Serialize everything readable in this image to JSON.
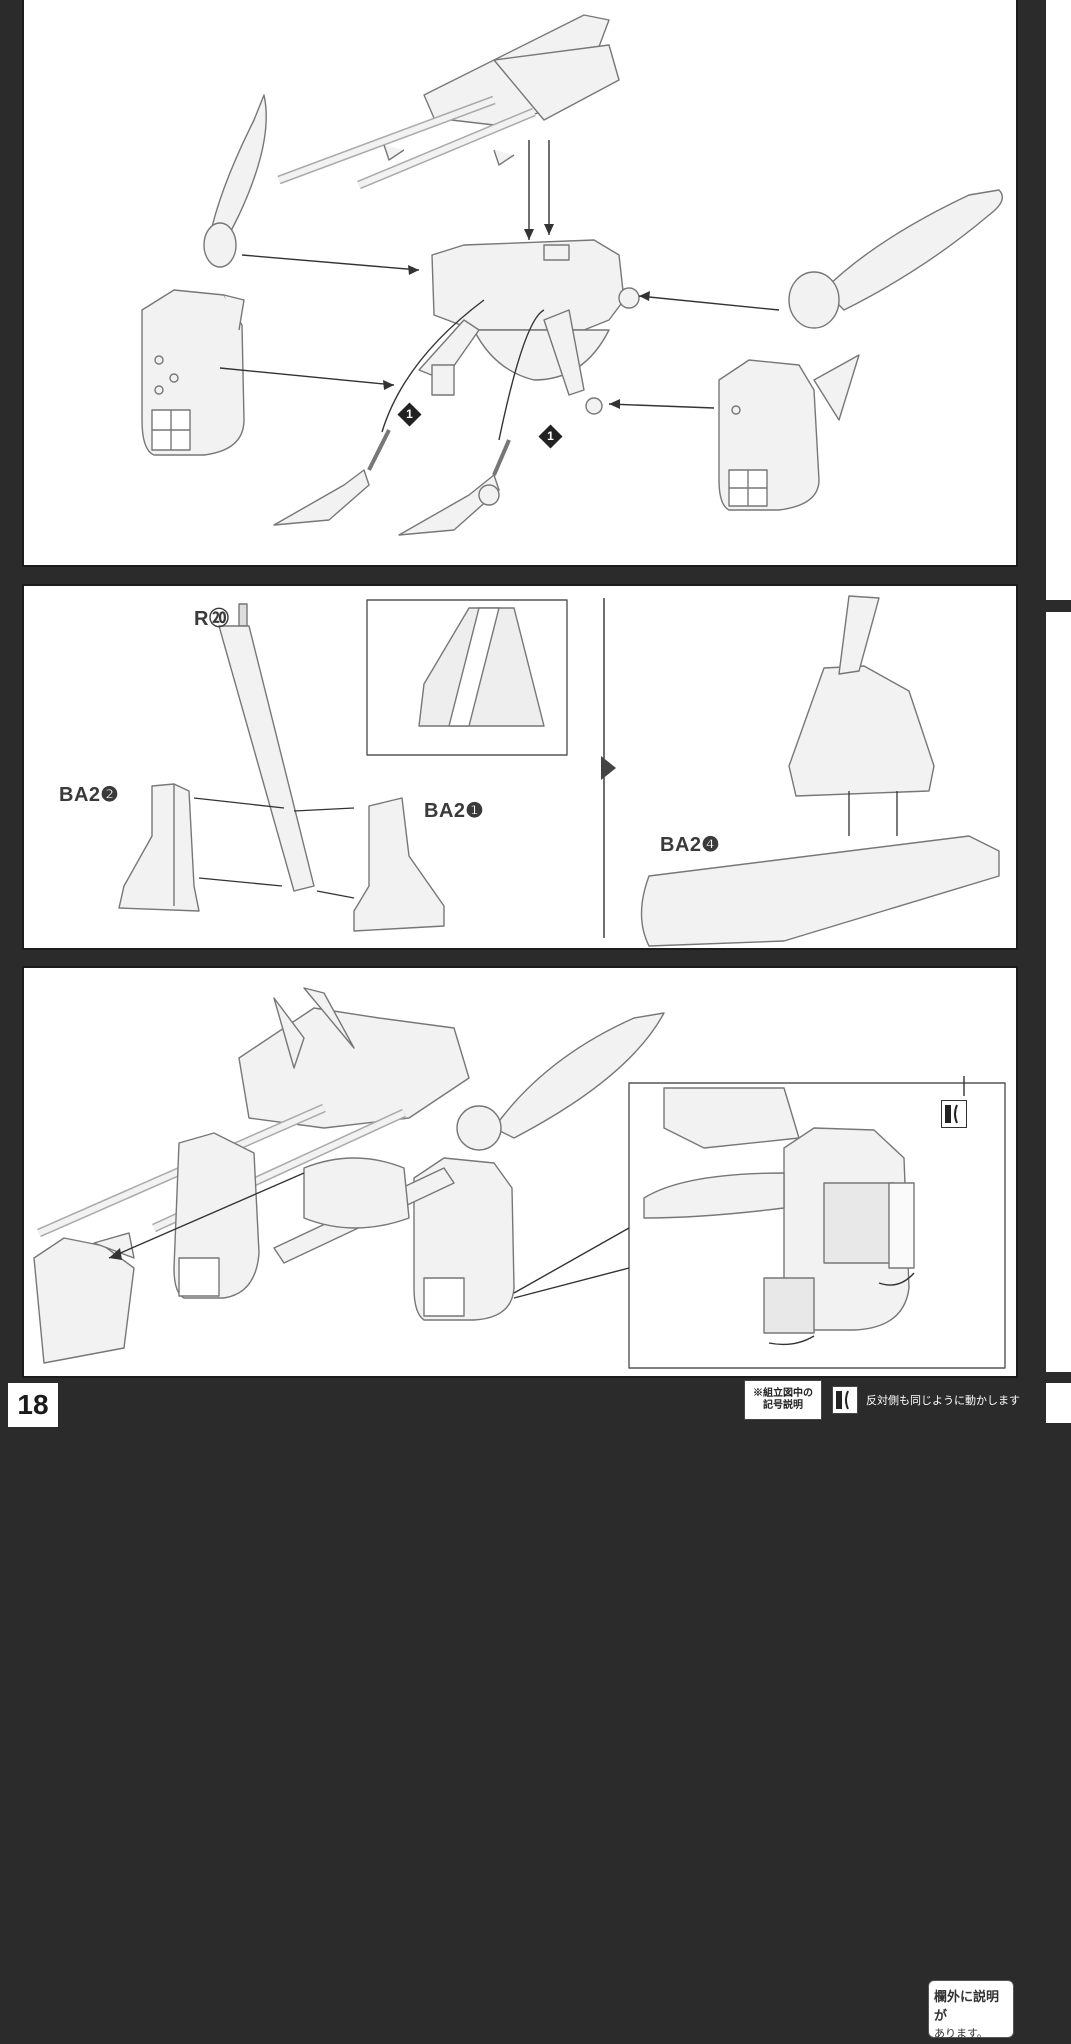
{
  "page": {
    "number": "18"
  },
  "panel_top": {
    "step_badges": [
      "1",
      "1"
    ]
  },
  "panel_mid": {
    "labels": {
      "r20": "R",
      "r20_num": "⑳",
      "ba2_2": "BA2",
      "ba2_2_num": "❷",
      "ba2_1": "BA2",
      "ba2_1_num": "❶",
      "ba2_4": "BA2",
      "ba2_4_num": "❹"
    }
  },
  "panel_bottom": {
    "note": {
      "line1": "欄外に説明が",
      "line2": "あります。"
    }
  },
  "footer": {
    "legend_label_line1": "※組立図中の",
    "legend_label_line2": "記号説明",
    "legend_desc": "反対側も同じように動かします"
  },
  "icons": [
    "mirror-action-icon",
    "step-badge-icon"
  ],
  "colors": {
    "background": "#2b2b2b",
    "panel": "#ffffff",
    "line": "#555555",
    "part_fill": "#f2f2f2"
  }
}
